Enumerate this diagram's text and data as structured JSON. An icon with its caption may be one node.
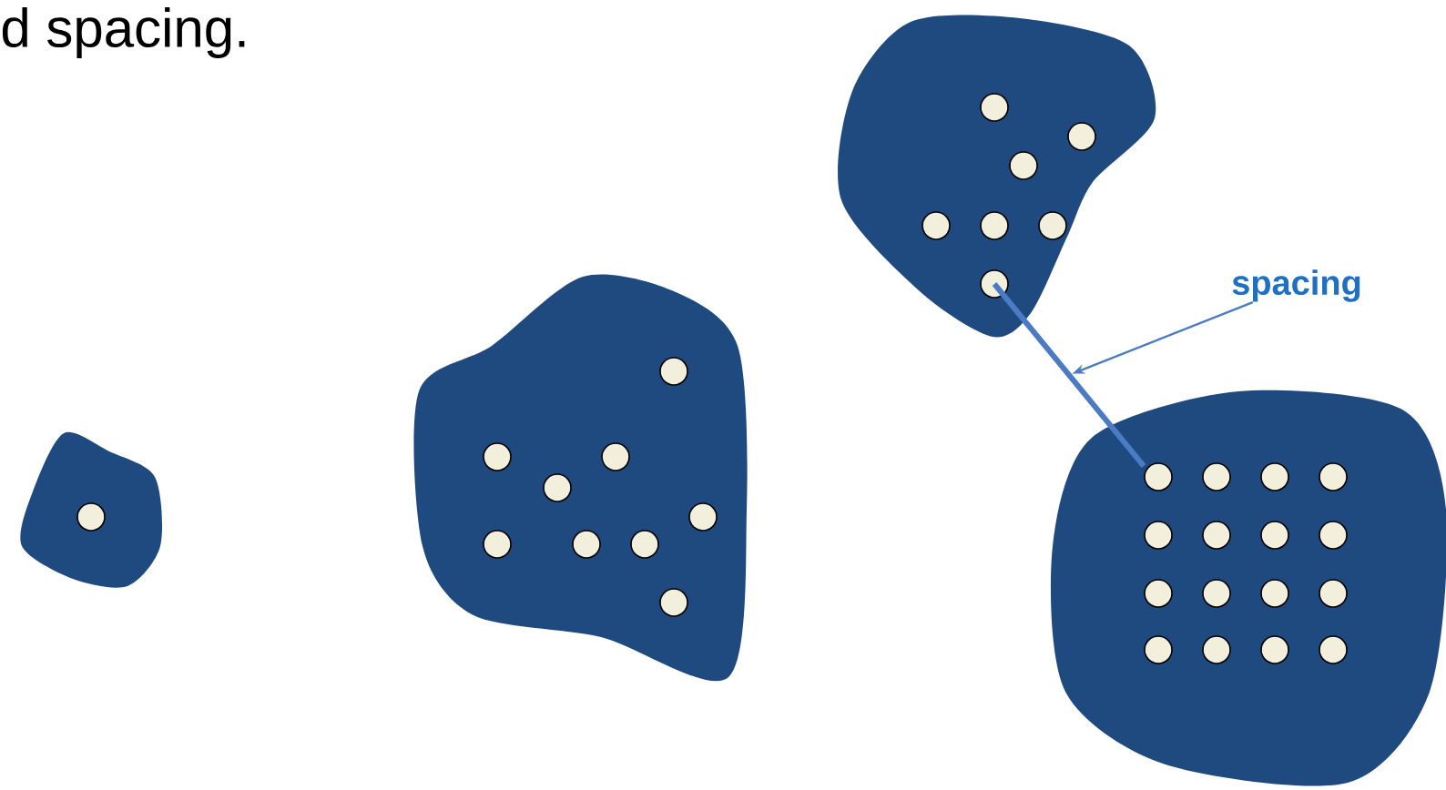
{
  "diagram": {
    "nodes": [
      {
        "text": [
          "spacing"
        ]
      },
      {
        "text": [],
        "shape": "bar"
      }
    ],
    "edges": [
      {
        "from": 0,
        "to": 1,
        "arrow": "to"
      }
    ],
    "labels": [
      "d spacing."
    ]
  }
}
